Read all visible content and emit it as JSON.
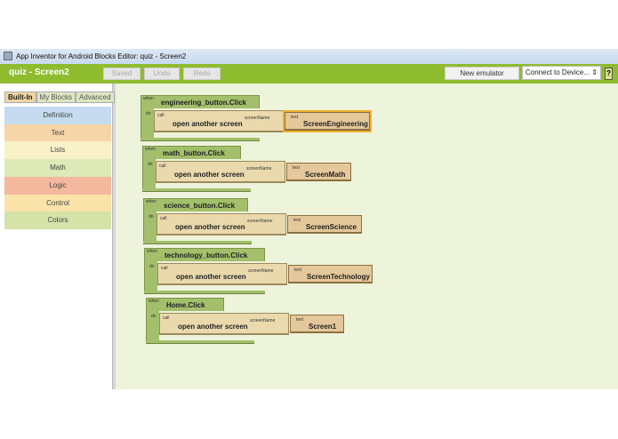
{
  "window": {
    "title": "App Inventor for Android Blocks Editor: quiz - Screen2"
  },
  "toolbar": {
    "project": "quiz - Screen2",
    "saved": "Saved",
    "undo": "Undo",
    "redo": "Redo",
    "new_emulator": "New emulator",
    "connect": "Connect to Device... ⇕",
    "help": "?"
  },
  "palette": {
    "tabs": [
      "Built-In",
      "My Blocks",
      "Advanced"
    ],
    "categories": [
      {
        "label": "Definition",
        "color": "#c6dbef"
      },
      {
        "label": "Text",
        "color": "#f6d6a8"
      },
      {
        "label": "Lists",
        "color": "#f9f1c8"
      },
      {
        "label": "Math",
        "color": "#dde9b7"
      },
      {
        "label": "Logic",
        "color": "#f4b89f"
      },
      {
        "label": "Control",
        "color": "#f9e3a8"
      },
      {
        "label": "Colors",
        "color": "#d5e3a9"
      }
    ]
  },
  "blocks": {
    "when": "when",
    "do": "do",
    "call": "call",
    "procedure": "open another screen",
    "param": "screenName",
    "text": "text",
    "events": [
      {
        "name": "engineering_button.Click",
        "value": "ScreenEngineering",
        "selected": true
      },
      {
        "name": "math_button.Click",
        "value": "ScreenMath"
      },
      {
        "name": "science_button.Click",
        "value": "ScreenScience"
      },
      {
        "name": "technology_button.Click",
        "value": "ScreenTechnology"
      },
      {
        "name": "Home.Click",
        "value": "Screen1"
      }
    ]
  }
}
